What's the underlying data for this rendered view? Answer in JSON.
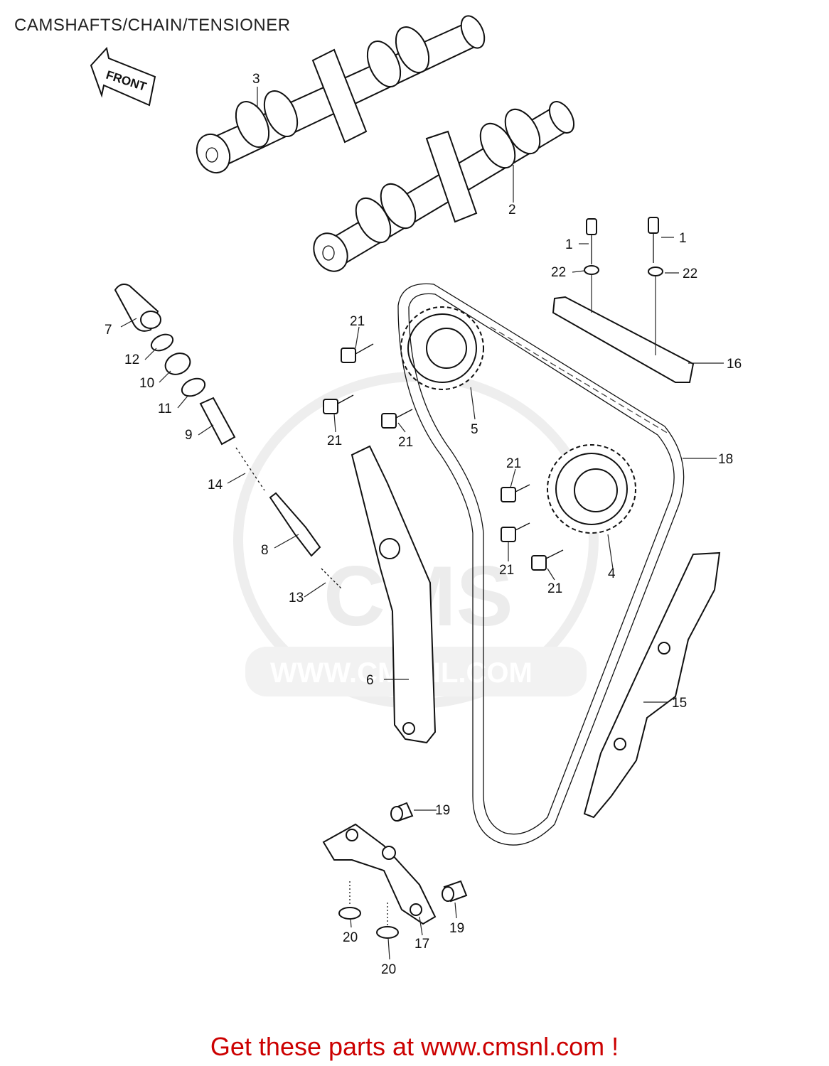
{
  "header": {
    "title": "CAMSHAFTS/CHAIN/TENSIONER"
  },
  "front_arrow": {
    "label": "FRONT",
    "icon": "front-arrow-icon"
  },
  "watermark": {
    "url_text": "WWW.CMSNL.COM",
    "logo_text": "CMS"
  },
  "callouts": [
    "1",
    "1",
    "2",
    "3",
    "4",
    "5",
    "6",
    "7",
    "8",
    "9",
    "10",
    "11",
    "12",
    "13",
    "14",
    "15",
    "16",
    "17",
    "18",
    "19",
    "19",
    "20",
    "20",
    "21",
    "21",
    "21",
    "21",
    "21",
    "21",
    "22",
    "22"
  ],
  "footer": {
    "link_text": "Get these parts at www.cmsnl.com !"
  },
  "colors": {
    "footer_red": "#cc0000",
    "line": "#111111",
    "watermark": "#ececec"
  }
}
